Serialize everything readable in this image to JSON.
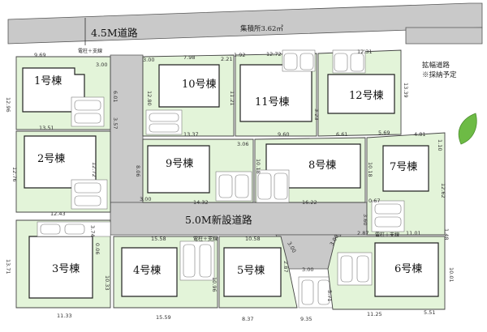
{
  "roads": {
    "north": "4.5M道路",
    "new": "5.0M新設道路"
  },
  "notes": {
    "collection": "集積所3.62㎡",
    "widening": "拡幅道路",
    "widening_sub": "※採納予定",
    "pole": "電柱＋支線",
    "pole_alt": "電柱＋支線"
  },
  "lots": {
    "b1": "1号棟",
    "b2": "2号棟",
    "b3": "3号棟",
    "b4": "4号棟",
    "b5": "5号棟",
    "b6": "6号棟",
    "b7": "7号棟",
    "b8": "8号棟",
    "b9": "9号棟",
    "b10": "10号棟",
    "b11": "11号棟",
    "b12": "12号棟"
  },
  "dims": {
    "d1": "9.69",
    "d2": "3.00",
    "d3": "12.96",
    "d4": "6.01",
    "d5": "13.51",
    "d6": "3.57",
    "d7": "12.76",
    "d8": "12.72",
    "d9": "12.43",
    "d10": "3.74",
    "d11": "13.71",
    "d12": "0.06",
    "d13": "10.33",
    "d14": "11.33",
    "d15": "3.00",
    "d16": "7.98",
    "d17": "2.21",
    "d18": "12.80",
    "d19": "13.37",
    "d20": "1.92",
    "d21": "12.72",
    "d22": "12.31",
    "d23": "13.39",
    "d24": "11.21",
    "d25": "3.23",
    "d26": "9.60",
    "d27": "6.61",
    "d28": "5.69",
    "d29": "4.81",
    "d30": "3.06",
    "d31": "8.06",
    "d32": "10.18",
    "d33": "10.18",
    "d34": "1.10",
    "d35": "12.62",
    "d36": "3.00",
    "d37": "14.32",
    "d38": "16.22",
    "d39": "0.67",
    "d40": "3.60",
    "d41": "15.58",
    "d42": "10.58",
    "d43": "2.87",
    "d44": "11.01",
    "d45": "1.48",
    "d46": "10.96",
    "d47": "3.00",
    "d48": "2.87",
    "d49": "3.00",
    "d50": "3.00",
    "d51": "5.71",
    "d52": "10.01",
    "d53": "15.59",
    "d54": "8.37",
    "d55": "9.35",
    "d56": "11.25",
    "d57": "5.51"
  }
}
